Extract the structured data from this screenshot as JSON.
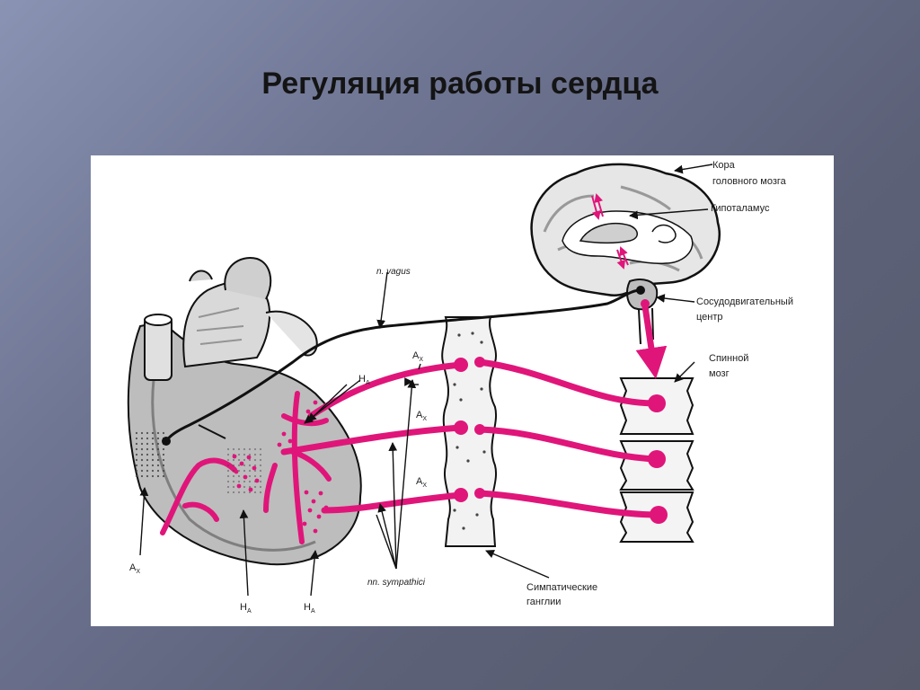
{
  "slide": {
    "title": "Регуляция работы сердца"
  },
  "labels": {
    "cortex_line1": "Кора",
    "cortex_line2": "головного мозга",
    "hypothalamus": "Гипоталамус",
    "vasomotor_line1": "Сосудодвигательный",
    "vasomotor_line2": "центр",
    "spinal_line1": "Спинной",
    "spinal_line2": "мозг",
    "vagus": "n. vagus",
    "sympathici": "nn. sympathici",
    "ganglia_line1": "Симпатические",
    "ganglia_line2": "ганглии",
    "a_letter": "A",
    "h_letter": "H",
    "x_sub": "X",
    "a_sub": "A"
  },
  "colors": {
    "nerve_pink": "#e0157a",
    "ink": "#1a1a1a",
    "heart_shade": "#8c8c8c"
  }
}
